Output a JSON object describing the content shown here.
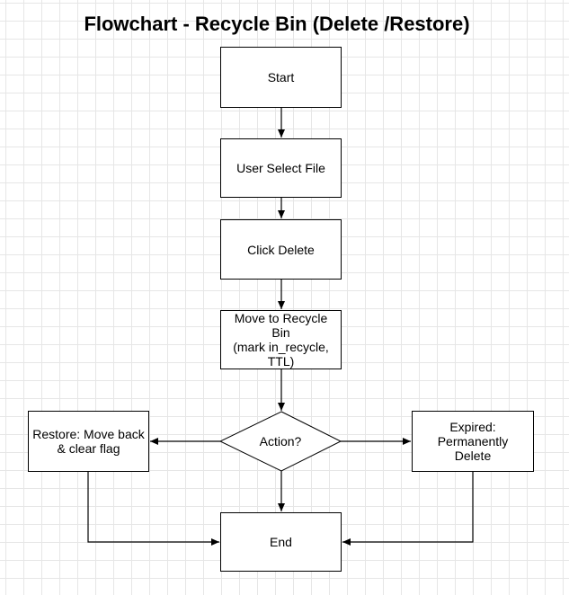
{
  "title": "Flowchart - Recycle Bin (Delete /Restore)",
  "nodes": {
    "start": "Start",
    "select_file": "User Select File",
    "click_delete": "Click Delete",
    "move_to_bin": "Move to Recycle Bin\n(mark in_recycle,\nTTL)",
    "action": "Action?",
    "restore": "Restore: Move back\n& clear flag",
    "expired": "Expired: Permanently\nDelete",
    "end": "End"
  },
  "colors": {
    "stroke": "#000000",
    "fill": "#ffffff",
    "grid": "#e6e6e6"
  }
}
